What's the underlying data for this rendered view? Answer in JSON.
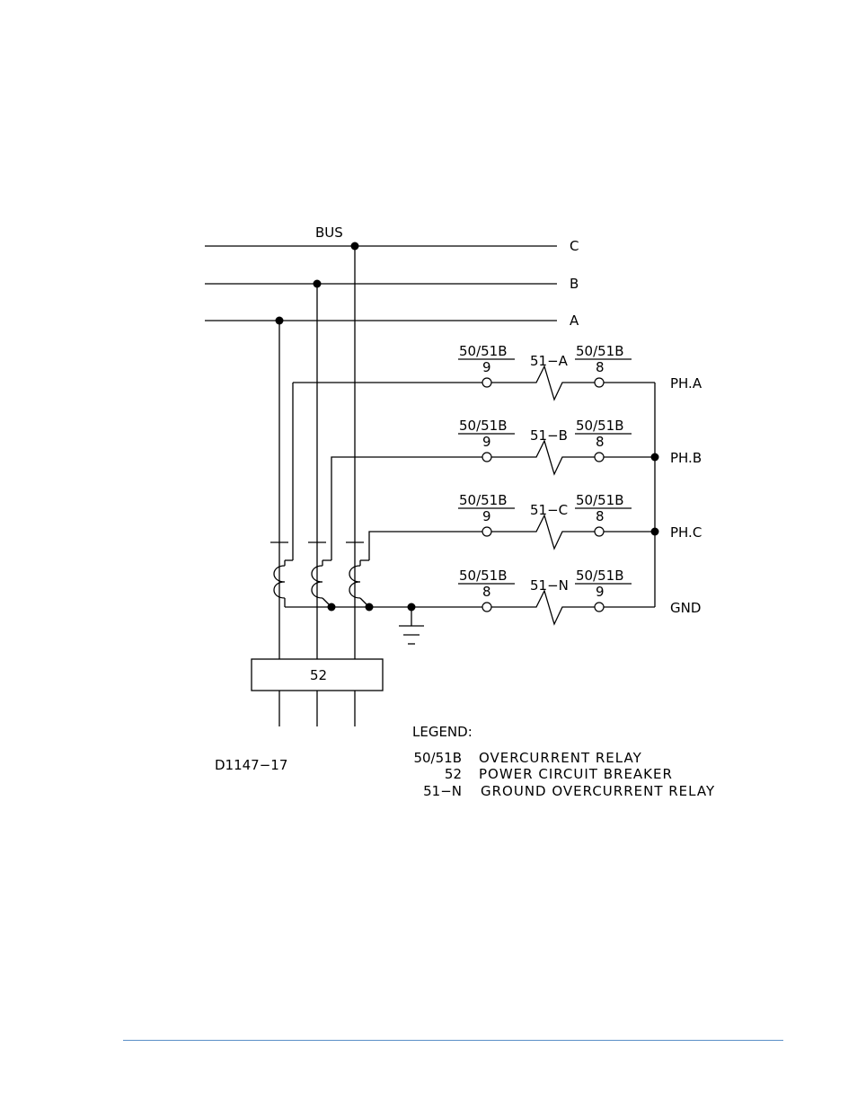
{
  "diagram": {
    "bus_label": "BUS",
    "phases": [
      "C",
      "B",
      "A"
    ],
    "rows": [
      {
        "left_num": "50/51B",
        "left_den": "9",
        "relay": "51−A",
        "right_num": "50/51B",
        "right_den": "8",
        "label": "PH.A"
      },
      {
        "left_num": "50/51B",
        "left_den": "9",
        "relay": "51−B",
        "right_num": "50/51B",
        "right_den": "8",
        "label": "PH.B"
      },
      {
        "left_num": "50/51B",
        "left_den": "9",
        "relay": "51−C",
        "right_num": "50/51B",
        "right_den": "8",
        "label": "PH.C"
      },
      {
        "left_num": "50/51B",
        "left_den": "8",
        "relay": "51−N",
        "right_num": "50/51B",
        "right_den": "9",
        "label": "GND"
      }
    ],
    "breaker_label": "52",
    "drawing_id": "D1147−17",
    "legend": {
      "title": "LEGEND:",
      "items": [
        {
          "code": "50/51B",
          "desc": "OVERCURRENT RELAY"
        },
        {
          "code": "52",
          "desc": "POWER CIRCUIT BREAKER"
        },
        {
          "code": "51−N",
          "desc": "GROUND OVERCURRENT RELAY"
        }
      ]
    }
  },
  "colors": {
    "footer_rule": "#5b8fc7"
  }
}
